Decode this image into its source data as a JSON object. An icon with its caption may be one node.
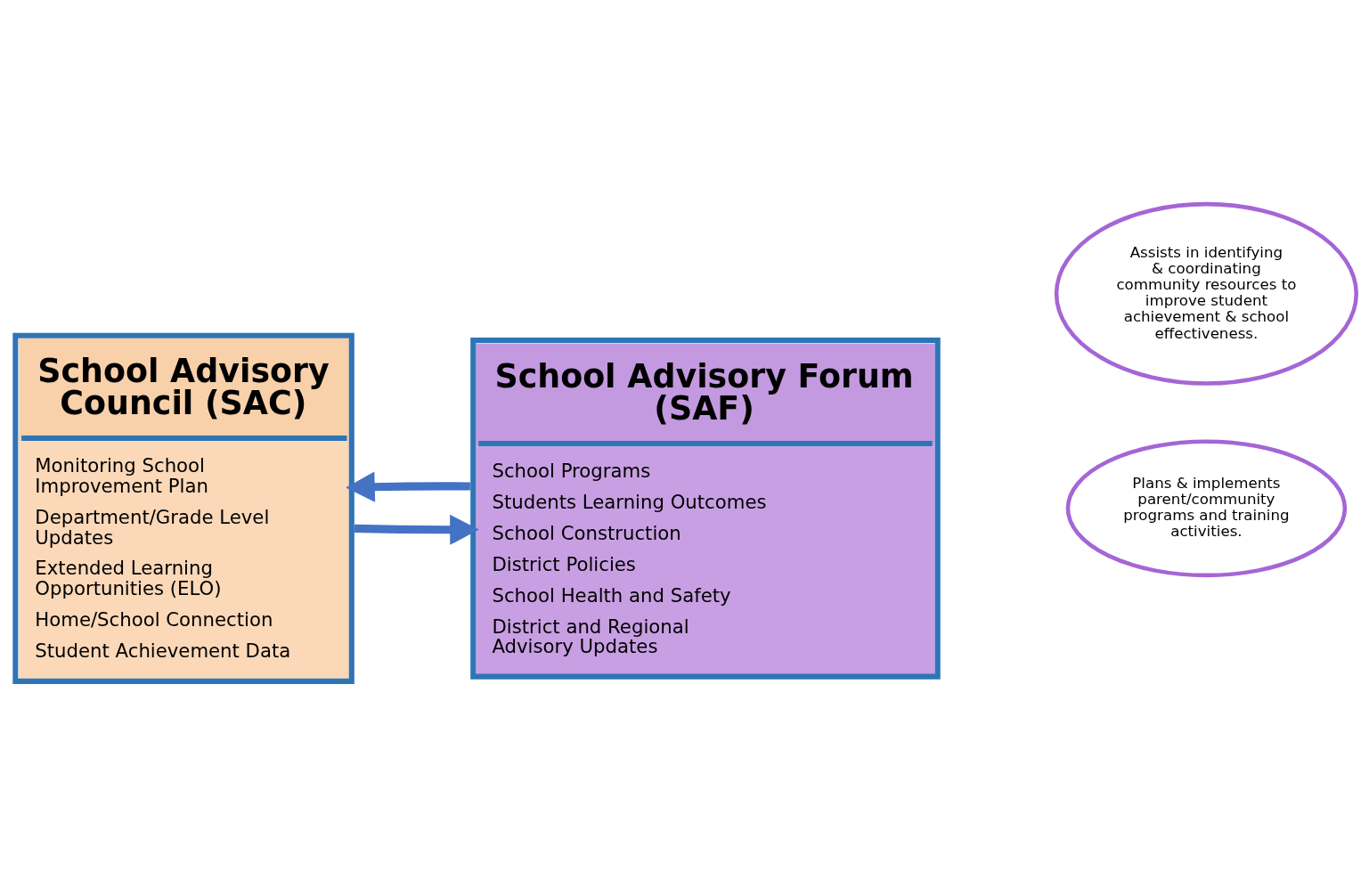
{
  "diagram": {
    "nodes": [
      {
        "text": [
          "School Advisory Council (SAC)",
          "Monitoring School Improvement Plan",
          "Department/Grade Level Updates",
          "Extended Learning Opportunities (ELO)",
          "Home/School Connection",
          "Student Achievement Data"
        ]
      },
      {
        "text": [
          "School Advisory Forum (SAF)",
          "School Programs",
          "Students Learning Outcomes",
          "School Construction",
          "District Policies",
          "School Health and Safety",
          "District and Regional Advisory Updates"
        ]
      },
      {
        "text": [
          "Plans & implements parent/community programs and training activities."
        ]
      },
      {
        "text": [
          "Assists in identifying & coordinating community resources to improve student achievement & school effectiveness."
        ]
      }
    ],
    "edges": [
      {
        "from": 0,
        "to": 1,
        "arrow": "to"
      },
      {
        "from": 1,
        "to": 0,
        "arrow": "to"
      }
    ]
  }
}
